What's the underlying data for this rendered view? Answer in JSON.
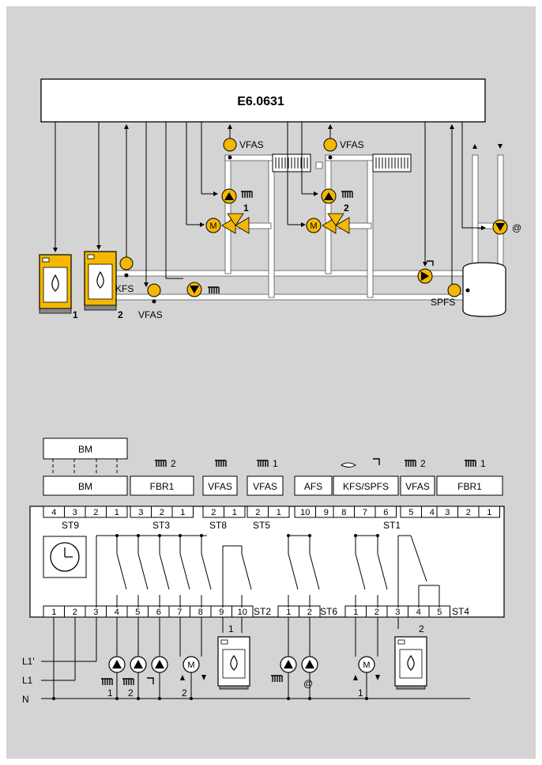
{
  "controller": {
    "title": "E6.0631"
  },
  "hydraulic": {
    "boilers": [
      "1",
      "2"
    ],
    "sensors": {
      "kfs": "KFS",
      "vfas_main": "VFAS",
      "vfas_c1": "VFAS",
      "vfas_c2": "VFAS",
      "spfs": "SPFS"
    },
    "circuits": [
      "1",
      "2"
    ],
    "mixer_symbol": "M"
  },
  "wiring": {
    "bm_remote": "BM",
    "plug_labels": [
      "BM",
      "FBR1",
      "VFAS",
      "VFAS",
      "AFS",
      "KFS/SPFS",
      "VFAS",
      "FBR1"
    ],
    "icon_suffixes": {
      "fbr1_left": "2",
      "vfas_st5": "1",
      "vfas_st1": "2",
      "fbr1_right": "1"
    },
    "top_terminals": {
      "st9": [
        "4",
        "3",
        "2",
        "1"
      ],
      "st3": [
        "3",
        "2",
        "1"
      ],
      "st8": [
        "2",
        "1"
      ],
      "st5": [
        "2",
        "1"
      ],
      "afs": [
        "10",
        "9"
      ],
      "kfs_spfs": [
        "8",
        "7",
        "6"
      ],
      "vfas_st1": [
        "5",
        "4"
      ],
      "fbr1_st1": [
        "3",
        "2",
        "1"
      ]
    },
    "top_connector_names": {
      "st9": "ST9",
      "st3": "ST3",
      "st8": "ST8",
      "st5": "ST5",
      "st1": "ST1"
    },
    "bottom_terminals_a": [
      "1",
      "2",
      "3",
      "4",
      "5",
      "6",
      "7",
      "8",
      "9",
      "10"
    ],
    "bottom_terminals_b": [
      "1",
      "2"
    ],
    "bottom_terminals_c": [
      "1",
      "2",
      "3",
      "4",
      "5"
    ],
    "bottom_connector_names": {
      "st2": "ST2",
      "st6": "ST6",
      "st4": "ST4"
    },
    "supply_lines": [
      "L1'",
      "L1",
      "N"
    ],
    "pump_circuit_numbers": {
      "p1": "1",
      "p2": "2",
      "mixer1": "2",
      "mixer2": "1"
    },
    "burner_stage_numbers": {
      "stage1": "1",
      "stage2": "2"
    },
    "motor_symbol": "M"
  },
  "colors": {
    "frame": "#d4d4d4",
    "accent": "#f5b800",
    "line": "#000000"
  }
}
